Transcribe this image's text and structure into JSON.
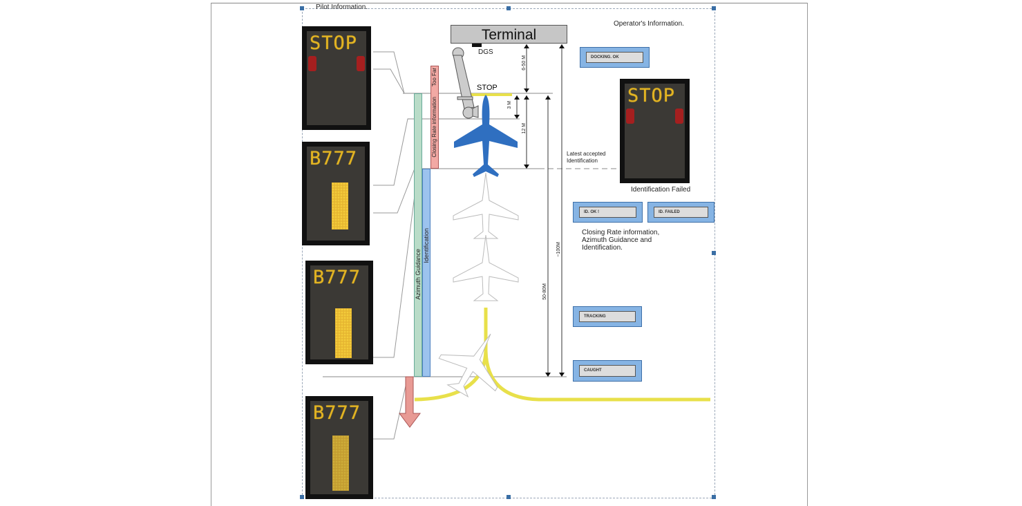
{
  "headings": {
    "pilot": "Pilot Information.",
    "operator": "Operator's Information."
  },
  "terminal": {
    "label": "Terminal",
    "dgs": "DGS",
    "stop": "STOP"
  },
  "bars": {
    "too_far": "Too Far",
    "closing_rate": "Closing Rate information",
    "identification": "Identification",
    "azimuth": "Azimuth Guidance"
  },
  "dimensions": {
    "d1": "6-50 M",
    "d2": "3 M",
    "d3": "12 M",
    "d4": "50-80M",
    "d5": "~100M"
  },
  "pilot_displays": [
    {
      "text": "STOP"
    },
    {
      "text": "B777"
    },
    {
      "text": "B777"
    },
    {
      "text": "B777"
    }
  ],
  "operator": {
    "display_text": "STOP",
    "latest_accepted": "Latest accepted Identification",
    "id_failed_caption": "Identification Failed",
    "closing_caption": "Closing Rate information, Azimuth Guidance and Identification.",
    "boxes": {
      "docking_ok": "DOCKING. OK",
      "id_ok": "ID. OK !",
      "id_failed": "ID. FAILED",
      "tracking": "TRACKING",
      "caught": "CAUGHT"
    }
  },
  "colors": {
    "led": "#e3b422",
    "blue_plane": "#2f6fc0",
    "taxi_line": "#e8e04a",
    "op_box": "#86b4e4"
  }
}
